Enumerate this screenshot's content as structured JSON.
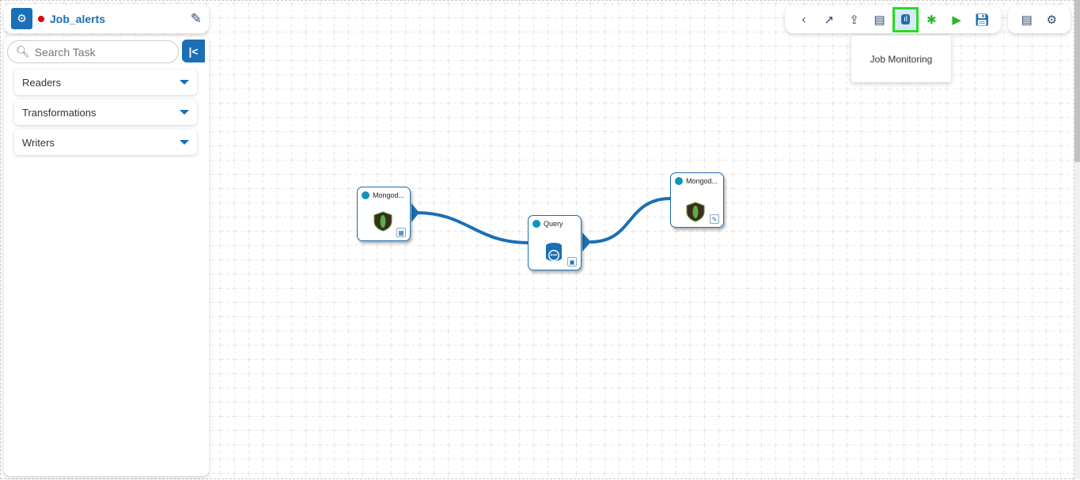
{
  "header": {
    "title": "Job_alerts",
    "status_color": "#dd0000"
  },
  "sidebar": {
    "search_placeholder": "Search Task",
    "collapse_label": "|<",
    "sections": [
      {
        "label": "Readers"
      },
      {
        "label": "Transformations"
      },
      {
        "label": "Writers"
      }
    ]
  },
  "toolbar": {
    "buttons": [
      "back-icon",
      "open-external-icon",
      "upload-icon",
      "comment-icon",
      "job-monitoring-icon",
      "debug-icon",
      "run-icon",
      "save-icon"
    ],
    "right_buttons": [
      "logs-icon",
      "settings-icon"
    ],
    "tooltip": "Job Monitoring",
    "active_color": "#22dd22"
  },
  "nodes": [
    {
      "name": "Mongod...",
      "type": "reader"
    },
    {
      "name": "Query",
      "type": "transformation"
    },
    {
      "name": "Mongod...",
      "type": "writer"
    }
  ],
  "colors": {
    "accent": "#1a6fb5",
    "node_status": "#1192c0"
  }
}
